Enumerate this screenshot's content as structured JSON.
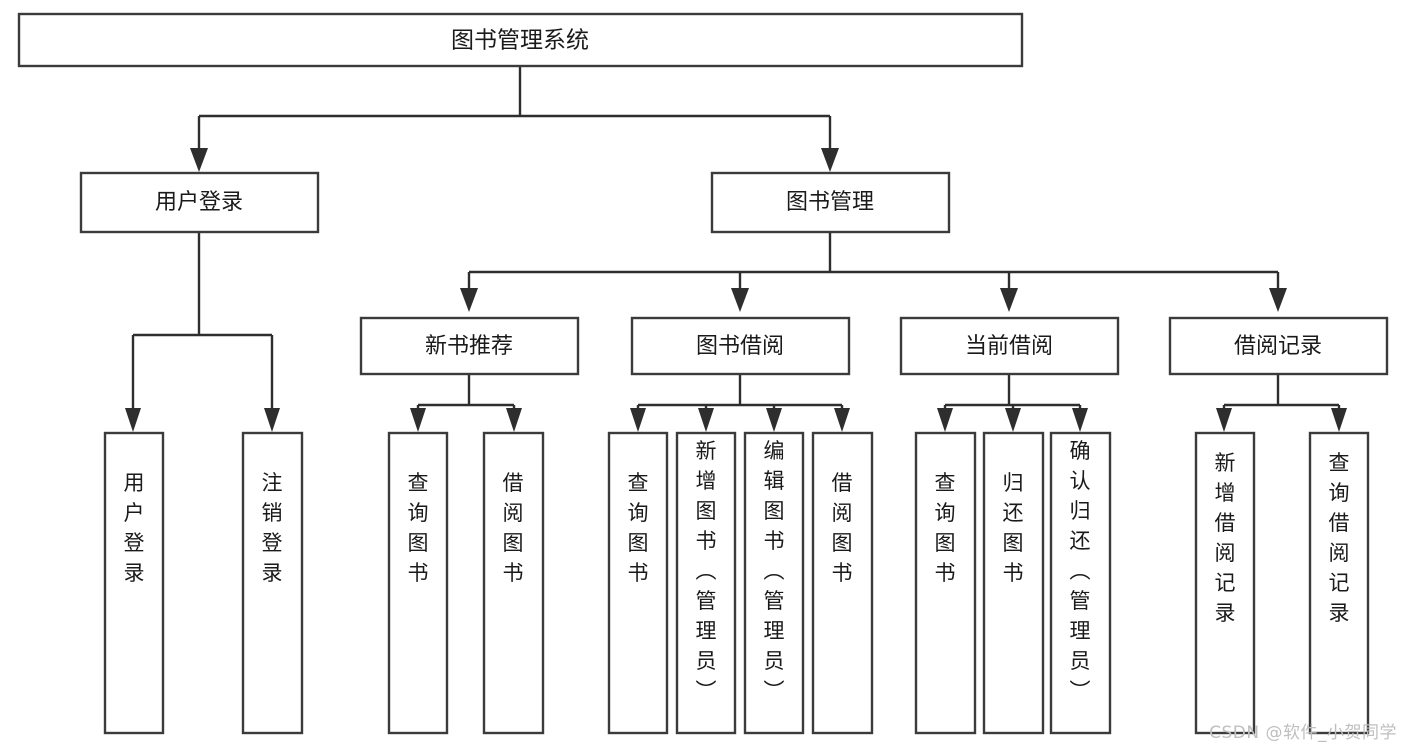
{
  "diagram": {
    "type": "tree-hierarchy-diagram",
    "title": "图书管理系统",
    "watermark": "CSDN @软件_小贺同学",
    "colors": {
      "box_stroke": "#3b3b3b",
      "box_fill": "#ffffff",
      "connector": "#2e2e2e",
      "text": "#1a1a1a",
      "background": "#ffffff",
      "watermark": "#bfbfbf"
    },
    "levels": {
      "root": "图书管理系统",
      "level2": [
        "用户登录",
        "图书管理"
      ],
      "level3": [
        "新书推荐",
        "图书借阅",
        "当前借阅",
        "借阅记录"
      ]
    },
    "nodes": {
      "root": {
        "label": "图书管理系统"
      },
      "user_login": {
        "label": "用户登录"
      },
      "book_manage": {
        "label": "图书管理"
      },
      "new_book_rec": {
        "label": "新书推荐"
      },
      "book_borrow": {
        "label": "图书借阅"
      },
      "current_borrow": {
        "label": "当前借阅"
      },
      "borrow_record": {
        "label": "借阅记录"
      }
    },
    "leaves": {
      "user_login": [
        {
          "label": "用户登录"
        },
        {
          "label": "注销登录"
        }
      ],
      "new_book_rec": [
        {
          "label": "查询图书"
        },
        {
          "label": "借阅图书"
        }
      ],
      "book_borrow": [
        {
          "label": "查询图书"
        },
        {
          "label": "新增图书（管理员）"
        },
        {
          "label": "编辑图书（管理员）"
        },
        {
          "label": "借阅图书"
        }
      ],
      "current_borrow": [
        {
          "label": "查询图书"
        },
        {
          "label": "归还图书"
        },
        {
          "label": "确认归还（管理员）"
        }
      ],
      "borrow_record": [
        {
          "label": "新增借阅记录"
        },
        {
          "label": "查询借阅记录"
        }
      ]
    }
  }
}
